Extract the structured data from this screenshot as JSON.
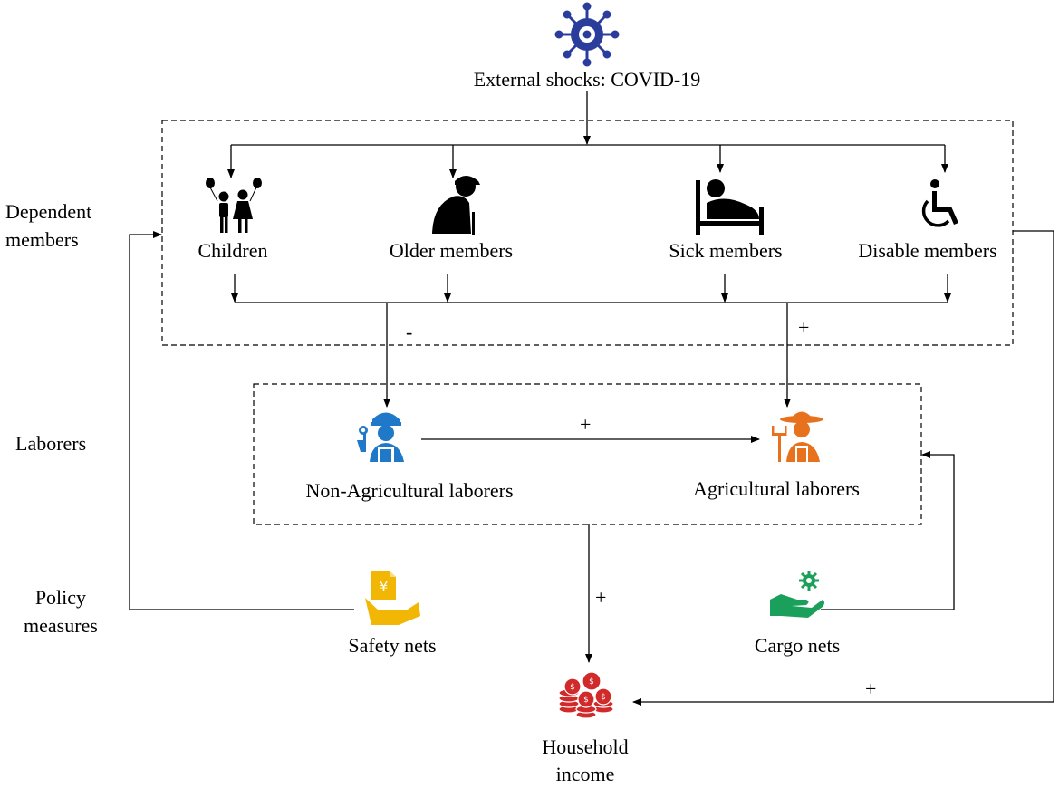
{
  "top": {
    "shock_label": "External shocks: COVID-19",
    "icon": "virus-icon"
  },
  "row_labels": {
    "dependent_line1": "Dependent",
    "dependent_line2": "members",
    "laborers": "Laborers",
    "policy_line1": "Policy",
    "policy_line2": "measures"
  },
  "dependents": [
    {
      "label": "Children",
      "icon": "children-icon"
    },
    {
      "label": "Older members",
      "icon": "elderly-person-icon"
    },
    {
      "label": "Sick members",
      "icon": "sick-bed-icon"
    },
    {
      "label": "Disable members",
      "icon": "wheelchair-icon"
    }
  ],
  "laborers": [
    {
      "label": "Non-Agricultural laborers",
      "icon": "worker-icon",
      "color": "#1f78c8"
    },
    {
      "label": "Agricultural laborers",
      "icon": "farmer-icon",
      "color": "#e8711d"
    }
  ],
  "policies": [
    {
      "label": "Safety nets",
      "icon": "safety-net-hand-icon",
      "color": "#f2b705"
    },
    {
      "label": "Cargo nets",
      "icon": "gear-hand-icon",
      "color": "#1aa05a"
    }
  ],
  "outcome": {
    "line1": "Household",
    "line2": "income",
    "icon": "coins-icon",
    "color": "#d12a2a"
  },
  "signs": {
    "dependents_to_nonag": "-",
    "dependents_to_ag": "+",
    "nonag_to_ag": "+",
    "labor_to_income": "+",
    "dependents_to_income": "+"
  }
}
